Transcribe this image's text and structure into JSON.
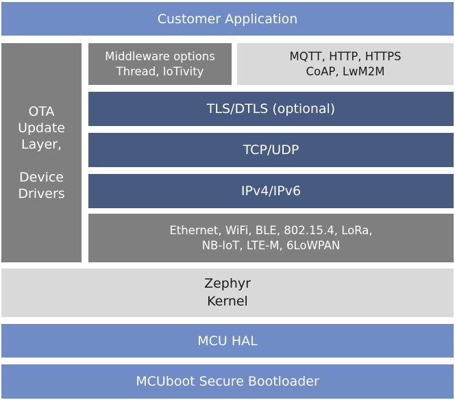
{
  "layers": {
    "customer_application": "Customer Application",
    "ota": [
      "OTA",
      "Update",
      "Layer,",
      "",
      "Device",
      "Drivers"
    ],
    "middleware": [
      "Middleware options",
      "Thread, IoTivity"
    ],
    "protocols": [
      "MQTT, HTTP, HTTPS",
      "CoAP, LwM2M"
    ],
    "tls": "TLS/DTLS (optional)",
    "transport": "TCP/UDP",
    "network": "IPv4/IPv6",
    "link": [
      "Ethernet, WiFi, BLE, 802.15.4, LoRa,",
      "NB-IoT, LTE-M, 6LoWPAN"
    ],
    "kernel": [
      "Zephyr",
      "Kernel"
    ],
    "hal": "MCU HAL",
    "bootloader": "MCUboot Secure Bootloader"
  },
  "colors": {
    "blue": "#6f8cc6",
    "navy": "#465a82",
    "gray": "#7f7f7f",
    "light": "#d9d9d9"
  }
}
